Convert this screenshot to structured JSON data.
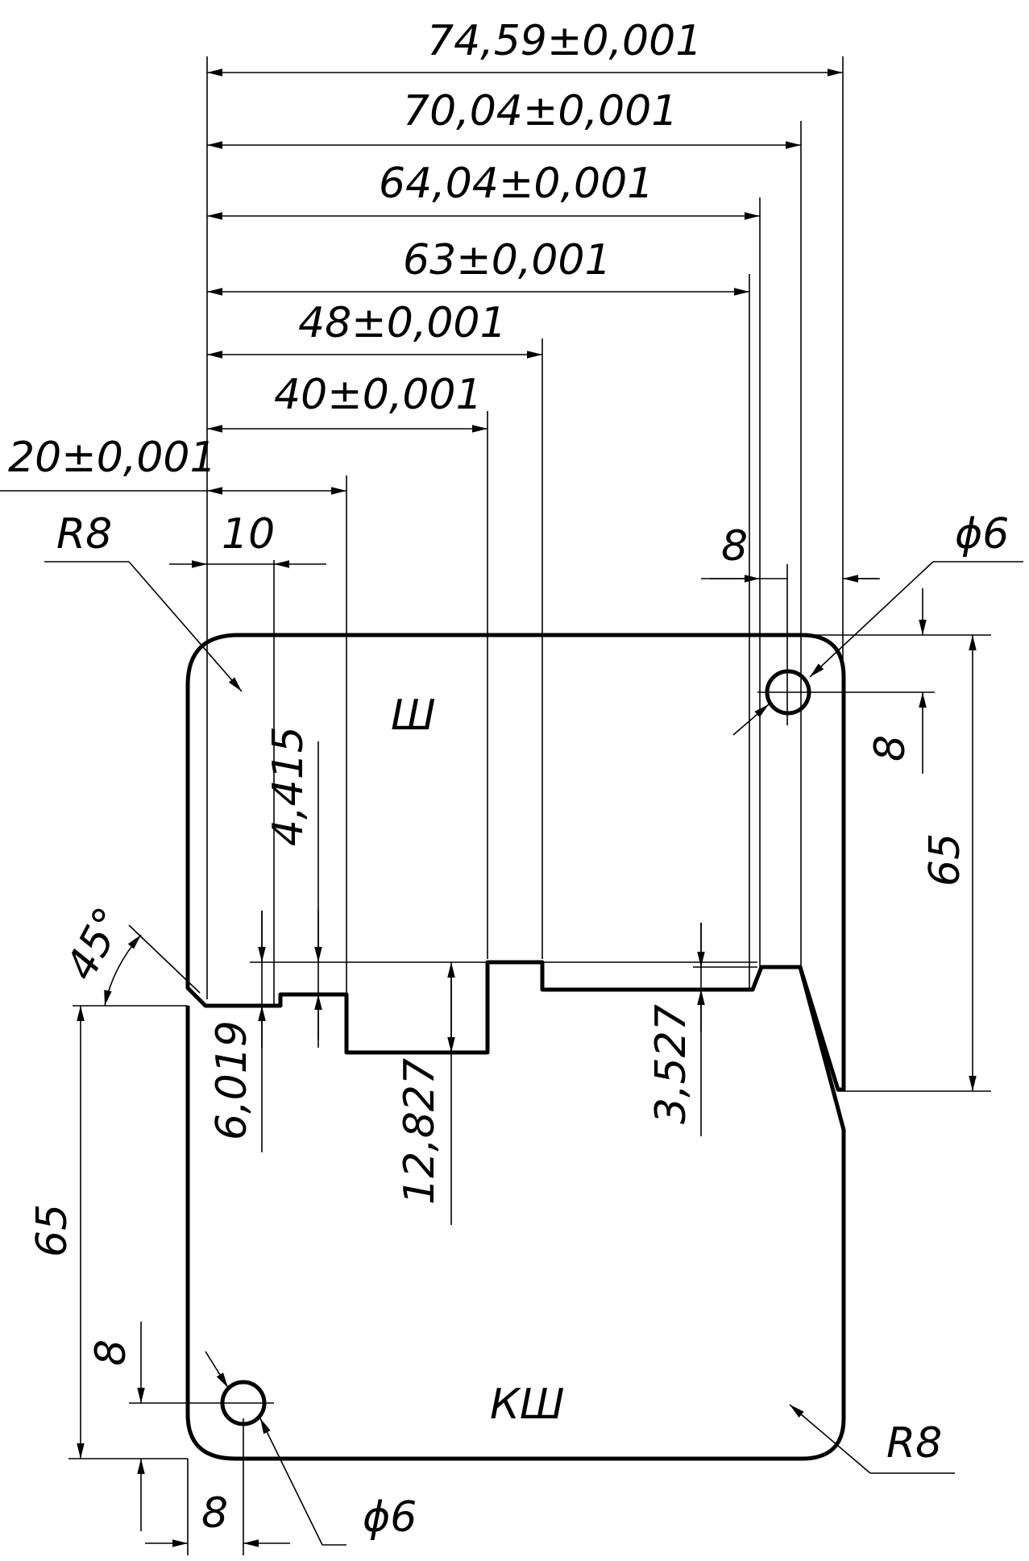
{
  "dimensions": {
    "d_74_59": "74,59±0,001",
    "d_70_04": "70,04±0,001",
    "d_64_04": "64,04±0,001",
    "d_63": "63±0,001",
    "d_48": "48±0,001",
    "d_40": "40±0,001",
    "d_20": "20±0,001",
    "d_10": "10",
    "d_8_top": "8",
    "d_8_right": "8",
    "d_8_left": "8",
    "d_8_bottom": "8",
    "d_65_right": "65",
    "d_65_left": "65",
    "d_4_415": "4,415",
    "d_6_019": "6,019",
    "d_12_827": "12,827",
    "d_3_527": "3,527",
    "angle_45": "45°",
    "radius_top": "R8",
    "radius_bottom": "R8",
    "hole_top": "ϕ6",
    "hole_bottom": "ϕ6"
  },
  "regions": {
    "upper": "Ш",
    "lower": "КШ"
  }
}
